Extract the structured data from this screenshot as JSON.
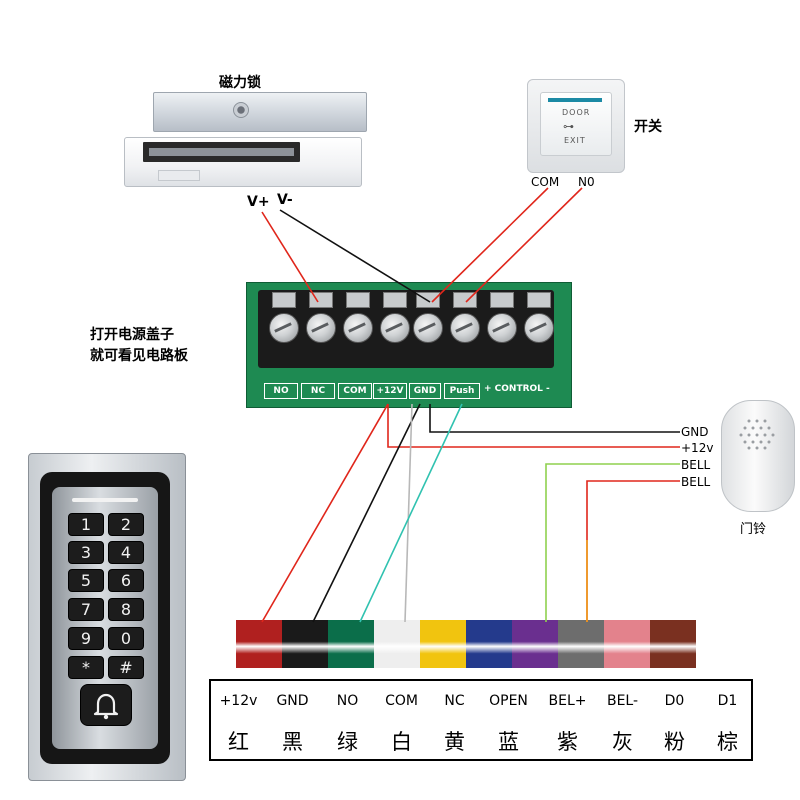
{
  "lock": {
    "label": "磁力锁",
    "v_plus": "V+",
    "v_minus": "V-"
  },
  "exit_button": {
    "label": "开关",
    "com": "COM",
    "no": "N0",
    "line1": "DOOR",
    "line2": "EXIT"
  },
  "board_note": {
    "line1": "打开电源盖子",
    "line2": "就可看见电路板"
  },
  "board": {
    "terminals": [
      "NO",
      "NC",
      "COM",
      "+12V",
      "GND",
      "Push"
    ],
    "control": "+ CONTROL -"
  },
  "bell_wires": [
    "GND",
    "+12v",
    "BELL",
    "BELL"
  ],
  "doorbell": {
    "label": "门铃"
  },
  "keypad": {
    "keys": [
      "1",
      "2",
      "3",
      "4",
      "5",
      "6",
      "7",
      "8",
      "9",
      "0",
      "*",
      "#"
    ]
  },
  "wire_table": {
    "names": [
      "+12v",
      "GND",
      "NO",
      "COM",
      "NC",
      "OPEN",
      "BEL+",
      "BEL-",
      "D0",
      "D1"
    ],
    "colors": [
      "红",
      "黑",
      "绿",
      "白",
      "黄",
      "蓝",
      "紫",
      "灰",
      "粉",
      "棕"
    ]
  },
  "wire_swatches": [
    "#b0201f",
    "#1a1a1a",
    "#0b6e4a",
    "#eeeeee",
    "#f1c40f",
    "#243a8c",
    "#6a2f8f",
    "#6d6d6d",
    "#e3828c",
    "#7a3020"
  ],
  "line_colors": {
    "red": "#e0261b",
    "black": "#111111",
    "teal": "#30c2b0",
    "gray": "#b8b8b8",
    "green": "#8fd14f",
    "orange": "#f0a21e"
  }
}
